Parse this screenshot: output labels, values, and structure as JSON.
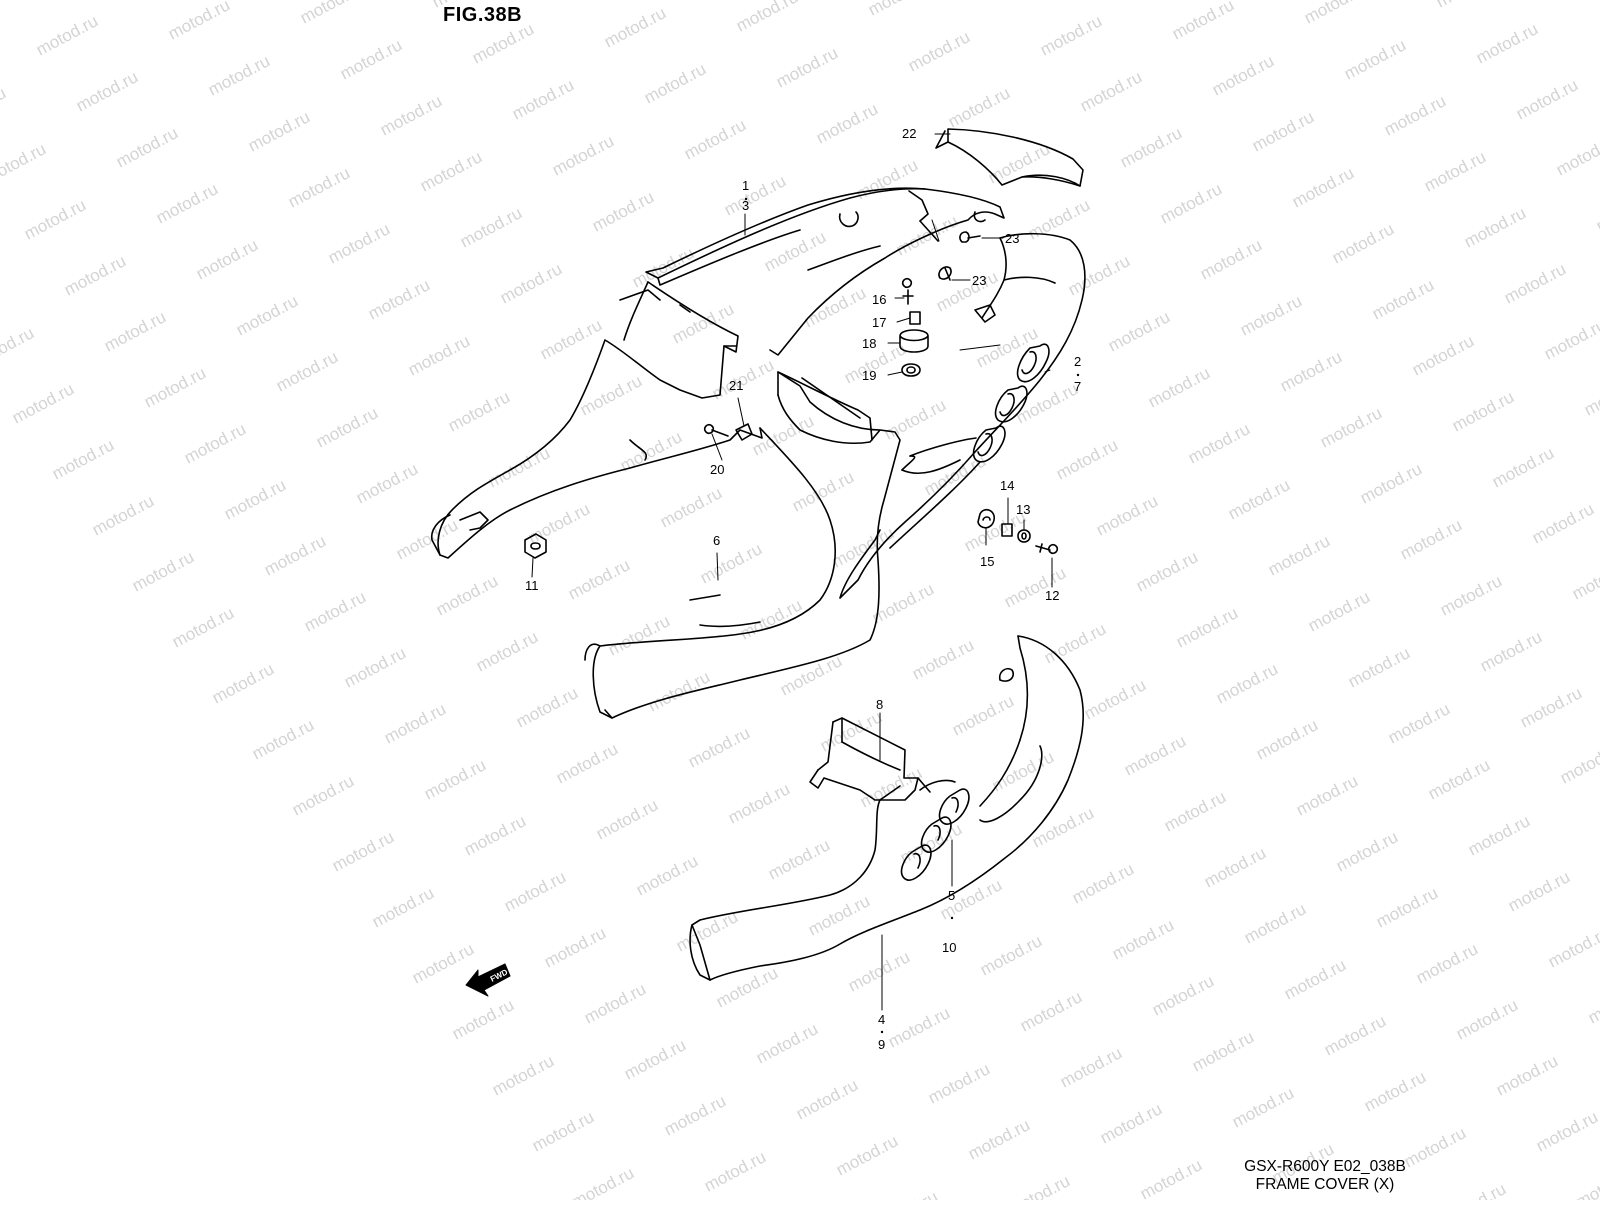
{
  "figure": {
    "title": "FIG.38B",
    "model_code": "GSX-R600Y E02_038B",
    "section_name": "FRAME COVER (X)",
    "watermark_text": "motod.ru",
    "direction_badge": "FWD"
  },
  "callouts": [
    {
      "id": "c1",
      "text": "1"
    },
    {
      "id": "c3",
      "text": "3"
    },
    {
      "id": "c22",
      "text": "22"
    },
    {
      "id": "c23a",
      "text": "23"
    },
    {
      "id": "c23b",
      "text": "23"
    },
    {
      "id": "c16",
      "text": "16"
    },
    {
      "id": "c17",
      "text": "17"
    },
    {
      "id": "c18",
      "text": "18"
    },
    {
      "id": "c19",
      "text": "19"
    },
    {
      "id": "c2",
      "text": "2"
    },
    {
      "id": "c7",
      "text": "7"
    },
    {
      "id": "c21",
      "text": "21"
    },
    {
      "id": "c20",
      "text": "20"
    },
    {
      "id": "c14",
      "text": "14"
    },
    {
      "id": "c13",
      "text": "13"
    },
    {
      "id": "c15",
      "text": "15"
    },
    {
      "id": "c12",
      "text": "12"
    },
    {
      "id": "c11",
      "text": "11"
    },
    {
      "id": "c6",
      "text": "6"
    },
    {
      "id": "c8",
      "text": "8"
    },
    {
      "id": "c5",
      "text": "5"
    },
    {
      "id": "c10",
      "text": "10"
    },
    {
      "id": "c4",
      "text": "4"
    },
    {
      "id": "c9",
      "text": "9"
    }
  ],
  "colors": {
    "line": "#000000",
    "watermark": "#d4d4d4",
    "background": "#ffffff"
  }
}
